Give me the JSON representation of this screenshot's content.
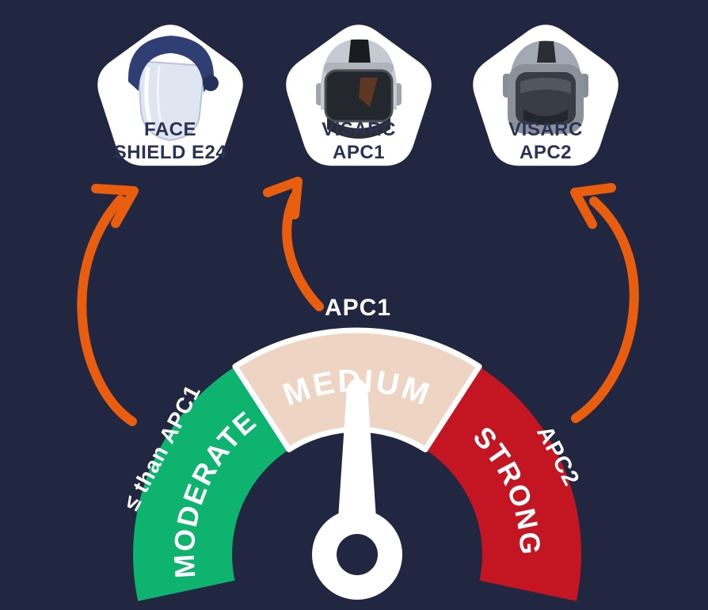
{
  "palette": {
    "background": "#222741",
    "green": "#0db36e",
    "beige": "#eed4c3",
    "red": "#c41622",
    "orange": "#e95d0f",
    "white": "#ffffff",
    "navy_text": "#2c3254"
  },
  "badges": [
    {
      "icon": "face-shield-icon",
      "label_line1": "FACE",
      "label_line2": "SHIELD E24"
    },
    {
      "icon": "helmet-apc1-icon",
      "label_line1": "VISARC",
      "label_line2": "APC1"
    },
    {
      "icon": "helmet-apc2-icon",
      "label_line1": "VISARC",
      "label_line2": "APC2"
    }
  ],
  "gauge": {
    "left_label": "≤ than APC1",
    "top_label": "APC1",
    "right_label": "APC2",
    "segments": [
      {
        "label": "MODERATE",
        "color": "#0db36e"
      },
      {
        "label": "MEDIUM",
        "color": "#eed4c3"
      },
      {
        "label": "STRONG",
        "color": "#c41622"
      }
    ]
  },
  "icons": {
    "arrows": [
      "arrow-to-face-shield",
      "arrow-to-visarc-apc1",
      "arrow-to-visarc-apc2"
    ]
  }
}
